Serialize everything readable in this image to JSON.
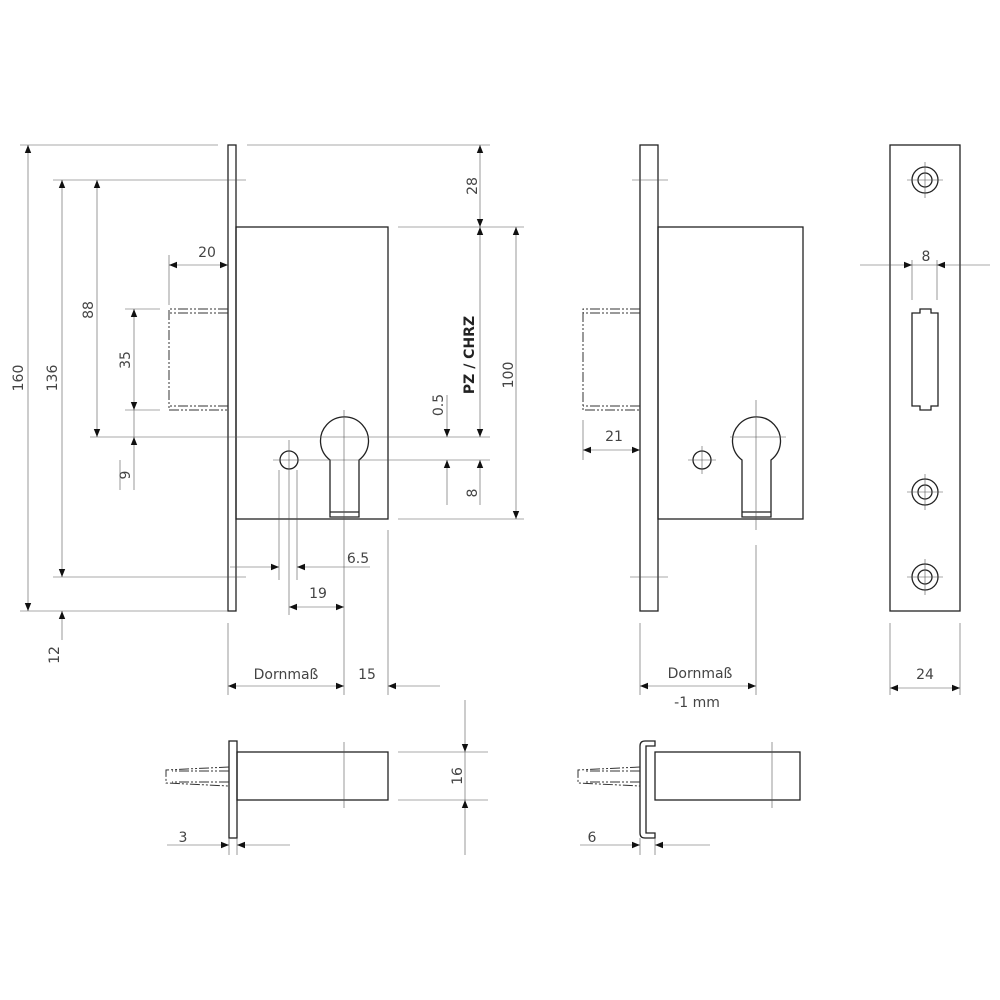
{
  "title": "Mortise lock technical drawing",
  "front_view": {
    "dim_total_height": "160",
    "dim_screw_spacing": "136",
    "dim_bolt_to_center": "88",
    "dim_bolt_height": "35",
    "dim_center_offset": "9",
    "dim_bottom": "12",
    "dim_bolt_throw": "20",
    "dim_top": "28",
    "dim_body_height": "100",
    "cylinder_type": "PZ / CHRZ",
    "dim_small": "0.5",
    "dim_lower": "8",
    "dim_hole_offset": "6.5",
    "dim_hole_to_cyl": "19",
    "backset_label": "Dornmaß",
    "dim_body_rest": "15"
  },
  "side_view": {
    "dim_bolt_throw": "21",
    "backset_label": "Dornmaß",
    "backset_note": "-1 mm"
  },
  "strike_plate": {
    "dim_slot_width": "8",
    "dim_plate_width": "24"
  },
  "bottom_views": {
    "dim_plate_thickness_flat": "3",
    "dim_plate_thickness_u": "6",
    "dim_body_thickness": "16"
  }
}
